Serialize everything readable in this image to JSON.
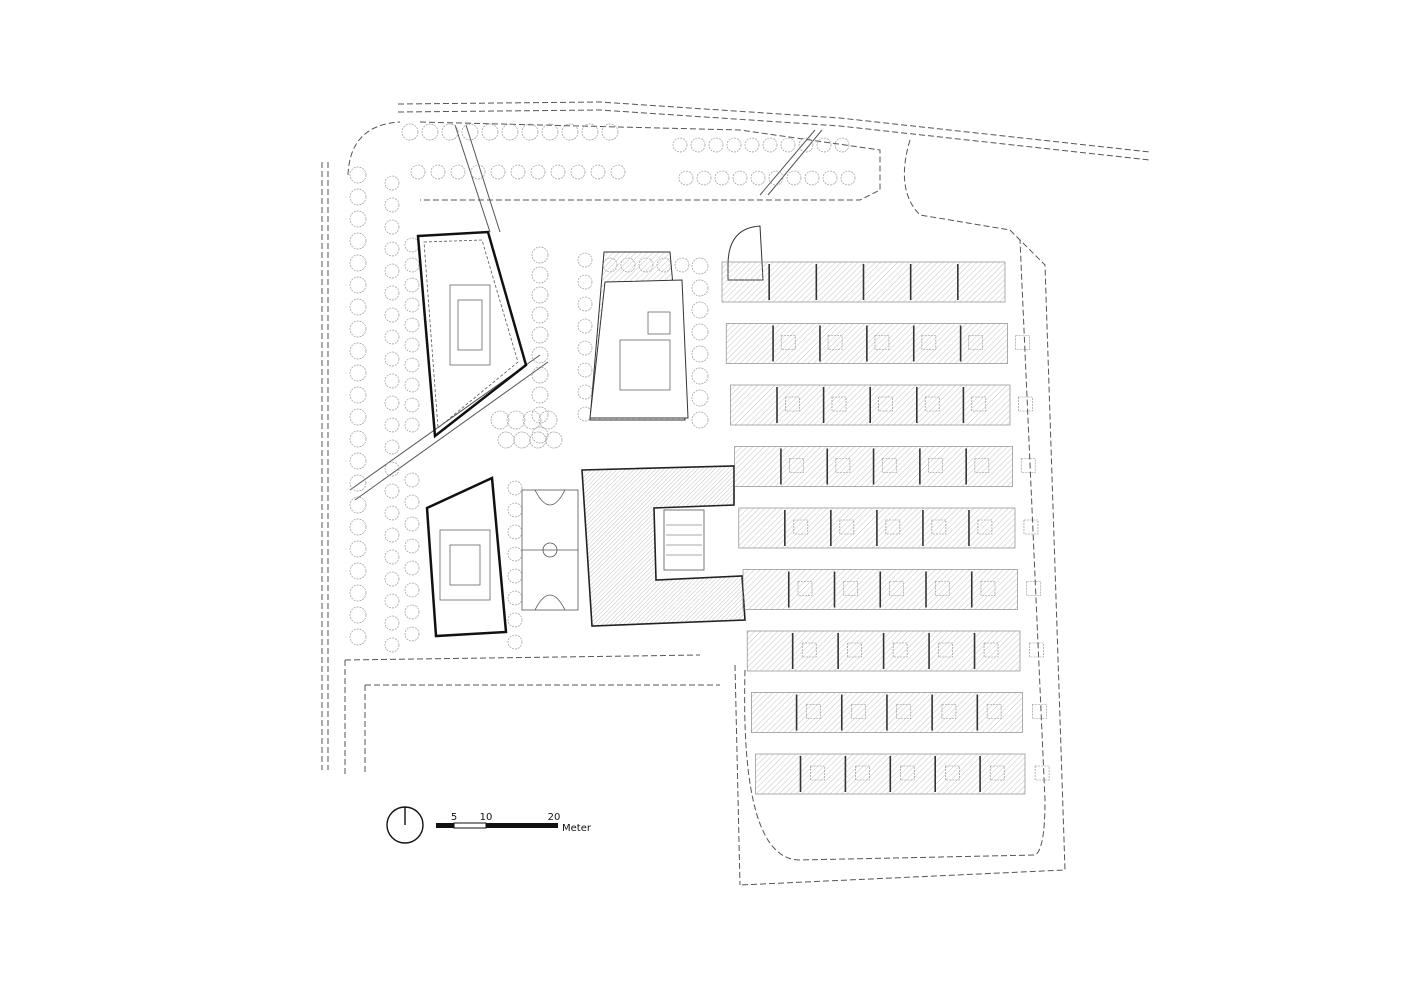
{
  "scale_bar": {
    "ticks": [
      "5",
      "10",
      "20"
    ],
    "unit": "Meter"
  },
  "north_arrow": {
    "icon": "north-arrow-icon"
  },
  "colors": {
    "line": "#333333",
    "hatch": "#d6d6d6",
    "tree": "#9a9a9a",
    "background": "#ffffff"
  }
}
